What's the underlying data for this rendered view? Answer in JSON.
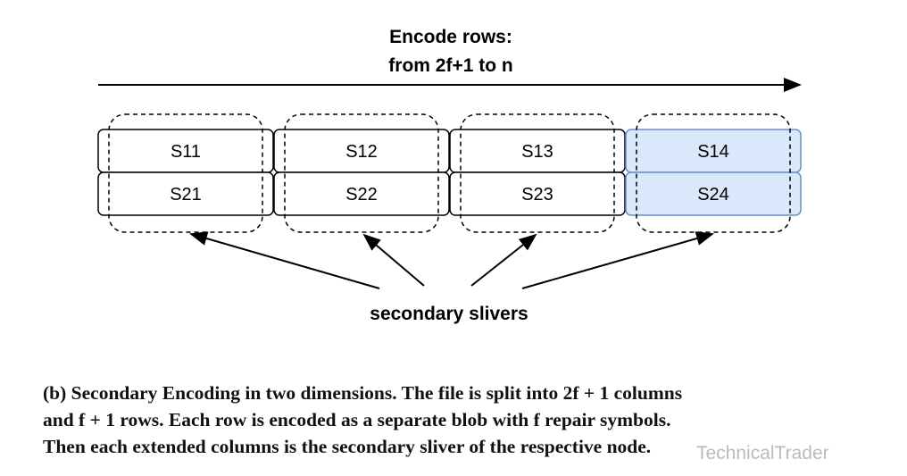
{
  "title_line1": "Encode rows:",
  "title_line2": "from 2f+1 to n",
  "cells": [
    {
      "label": "S11",
      "highlight": false
    },
    {
      "label": "S12",
      "highlight": false
    },
    {
      "label": "S13",
      "highlight": false
    },
    {
      "label": "S14",
      "highlight": true
    },
    {
      "label": "S21",
      "highlight": false
    },
    {
      "label": "S22",
      "highlight": false
    },
    {
      "label": "S23",
      "highlight": false
    },
    {
      "label": "S24",
      "highlight": true
    }
  ],
  "annotation": "secondary slivers",
  "caption": {
    "line1": "(b) Secondary Encoding in two dimensions. The file is split into 2f + 1 columns",
    "line2": "and f + 1 rows. Each row is encoded as a separate blob with f repair symbols.",
    "line3": "Then each extended columns is the secondary sliver of the respective node."
  },
  "watermark": "TechnicalTrader",
  "colors": {
    "highlight_fill": "#dae8fc",
    "highlight_stroke": "#6c8ebf"
  }
}
